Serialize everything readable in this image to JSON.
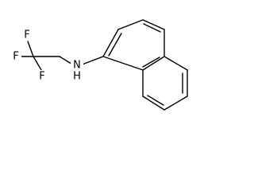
{
  "molecule": {
    "atoms": [
      {
        "id": "F1",
        "label": "F"
      },
      {
        "id": "F2",
        "label": "F"
      },
      {
        "id": "F3",
        "label": "F"
      },
      {
        "id": "N",
        "label": "N"
      },
      {
        "id": "H",
        "label": "H"
      }
    ],
    "bond_color": "#000000",
    "label_color": "#000000"
  }
}
